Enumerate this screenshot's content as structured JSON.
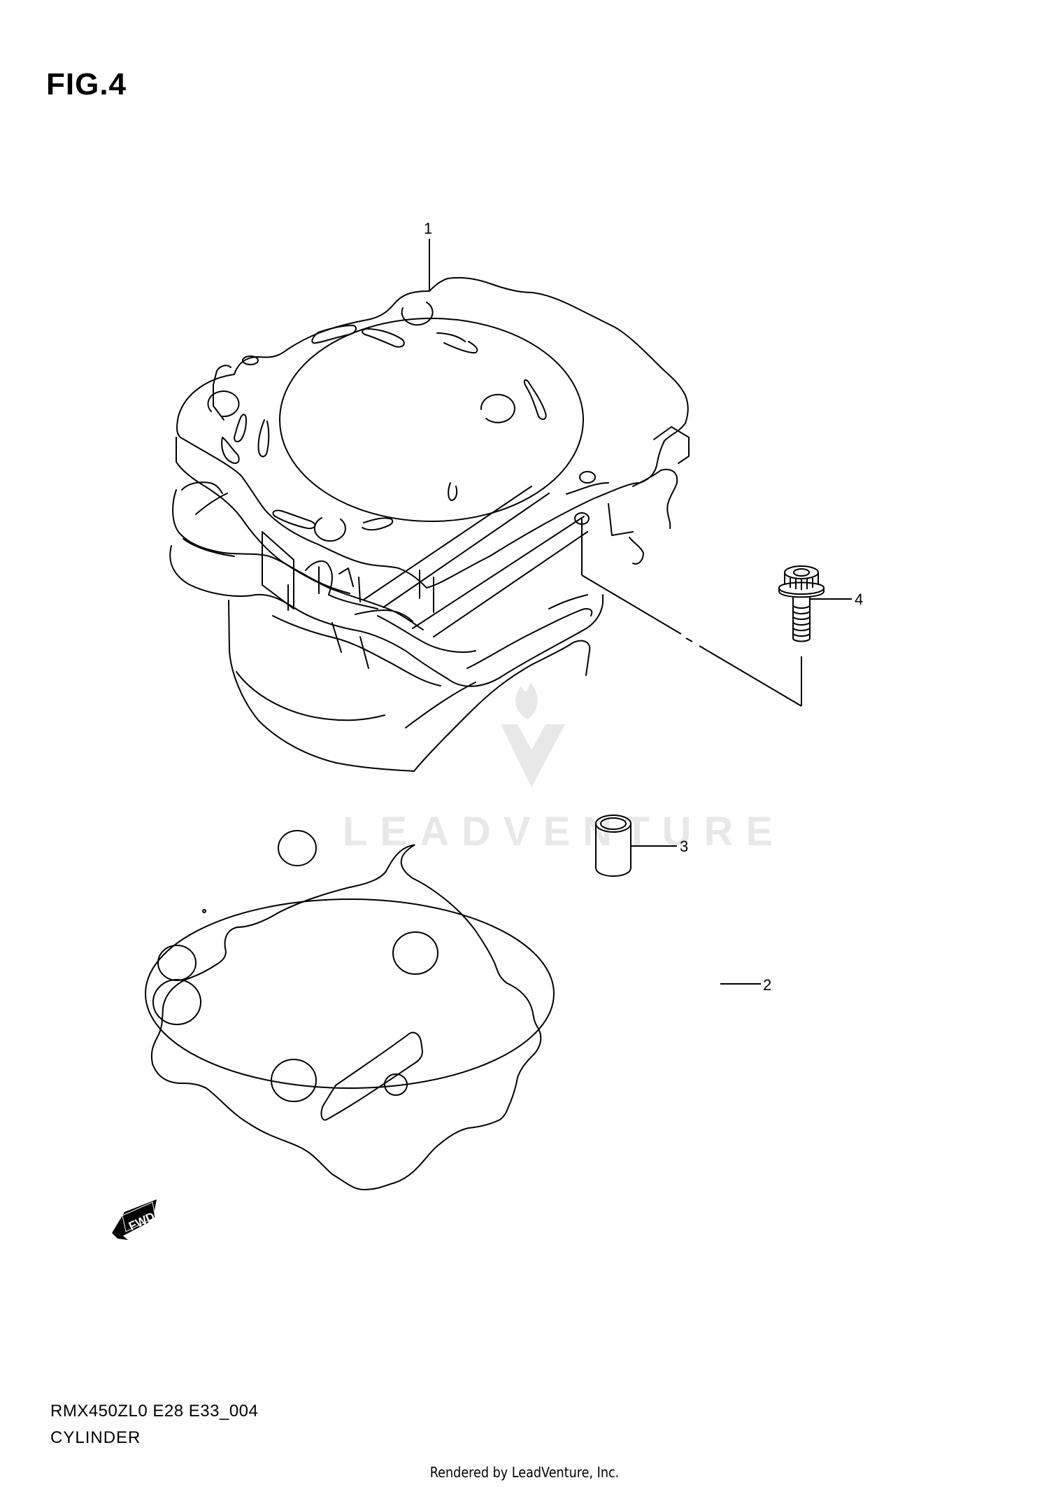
{
  "figure": {
    "title": "FIG.4",
    "model_code": "RMX450ZL0 E28 E33_004",
    "section_name": "CYLINDER"
  },
  "parts": [
    {
      "ref": "1",
      "name": "cylinder"
    },
    {
      "ref": "2",
      "name": "cylinder-base-gasket"
    },
    {
      "ref": "3",
      "name": "dowel-pin"
    },
    {
      "ref": "4",
      "name": "flange-bolt"
    }
  ],
  "callouts": {
    "part1": "1",
    "part2": "2",
    "part3": "3",
    "part4": "4"
  },
  "direction_indicator": {
    "label": "FWD",
    "icon": "forward-arrow-icon"
  },
  "watermark": {
    "text": "LEADVENTURE",
    "icon": "leadventure-logo-icon",
    "color": "#e8e8e8"
  },
  "footer": {
    "rendered_by": "Rendered by LeadVenture, Inc."
  },
  "colors": {
    "line": "#000000",
    "background": "#ffffff"
  }
}
